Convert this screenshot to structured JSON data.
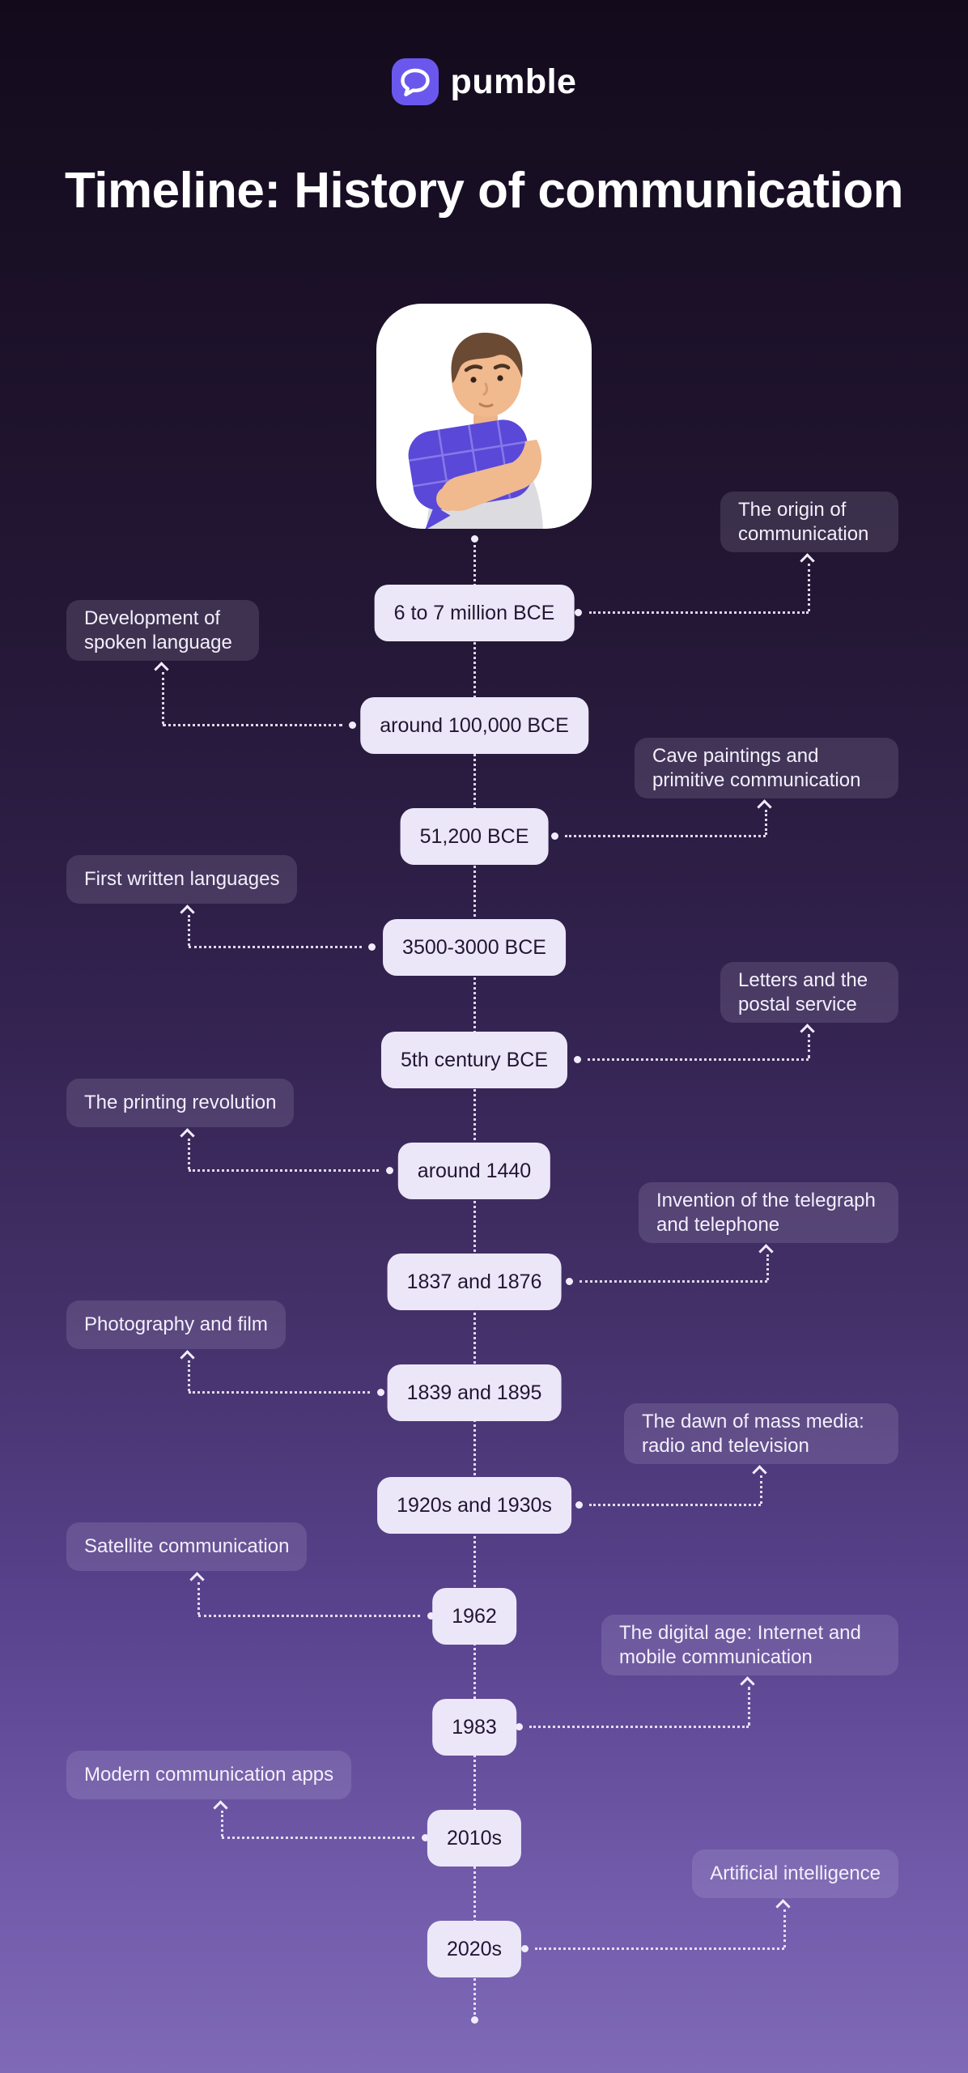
{
  "brand": {
    "logo_text": "pumble"
  },
  "title": "Timeline: History of communication",
  "illustration": {
    "description": "3D character hugging a purple wireframe speech bubble"
  },
  "timeline": {
    "entries": [
      {
        "date": "6 to 7 million BCE",
        "label": "The origin of communication",
        "side": "right"
      },
      {
        "date": "around 100,000 BCE",
        "label": "Development of spoken language",
        "side": "left"
      },
      {
        "date": "51,200 BCE",
        "label": "Cave paintings and primitive communication",
        "side": "right"
      },
      {
        "date": "3500-3000 BCE",
        "label": "First written languages",
        "side": "left"
      },
      {
        "date": "5th century BCE",
        "label": "Letters and the postal service",
        "side": "right"
      },
      {
        "date": "around 1440",
        "label": "The printing revolution",
        "side": "left"
      },
      {
        "date": "1837 and 1876",
        "label": "Invention of the telegraph and telephone",
        "side": "right"
      },
      {
        "date": "1839 and 1895",
        "label": "Photography and film",
        "side": "left"
      },
      {
        "date": "1920s and 1930s",
        "label": "The dawn of mass media: radio and television",
        "side": "right"
      },
      {
        "date": "1962",
        "label": "Satellite communication",
        "side": "left"
      },
      {
        "date": "1983",
        "label": "The digital age: Internet and mobile communication",
        "side": "right"
      },
      {
        "date": "2010s",
        "label": "Modern communication apps",
        "side": "left"
      },
      {
        "date": "2020s",
        "label": "Artificial intelligence",
        "side": "right"
      }
    ]
  },
  "colors": {
    "background_top": "#130b1c",
    "background_bottom": "#7f6ab8",
    "brand_accent": "#6a58ee",
    "bubble_purple": "#5a48d8",
    "pill_bg": "#ece7f8",
    "pill_text": "#221634",
    "label_bg": "rgba(236,229,252,0.13)",
    "label_text": "#f3effc",
    "connector": "#f1ecfb"
  }
}
